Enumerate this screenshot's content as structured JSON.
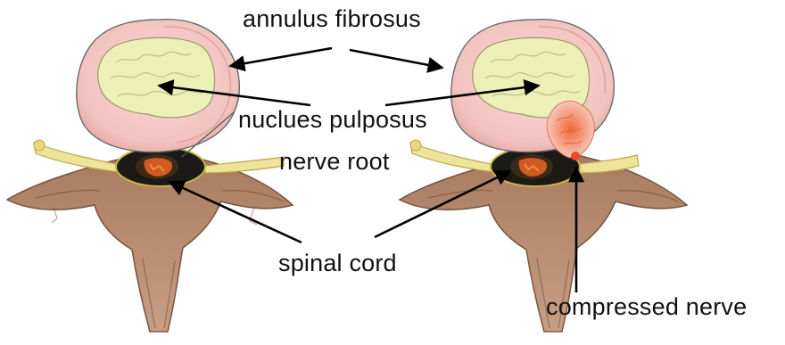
{
  "labels": {
    "annulus_fibrosus": "annulus fibrosus",
    "nucleus_pulposus": "nuclues pulposus",
    "nerve_root": "nerve root",
    "spinal_cord": "spinal cord",
    "compressed_nerve": "compressed nerve"
  },
  "colors": {
    "annulus": "#f3c9c6",
    "annulus_edge": "#e7aaa6",
    "nucleus": "#ecf0b6",
    "nucleus_texture": "#c7c992",
    "herniation": "#f3a78c",
    "nerve_root": "#efe39a",
    "bone": "#b58a6e",
    "bone_dark": "#8e6450",
    "spinal_cord": "#d05a22",
    "canal": "#1b1a16",
    "arrow": "#000000"
  }
}
